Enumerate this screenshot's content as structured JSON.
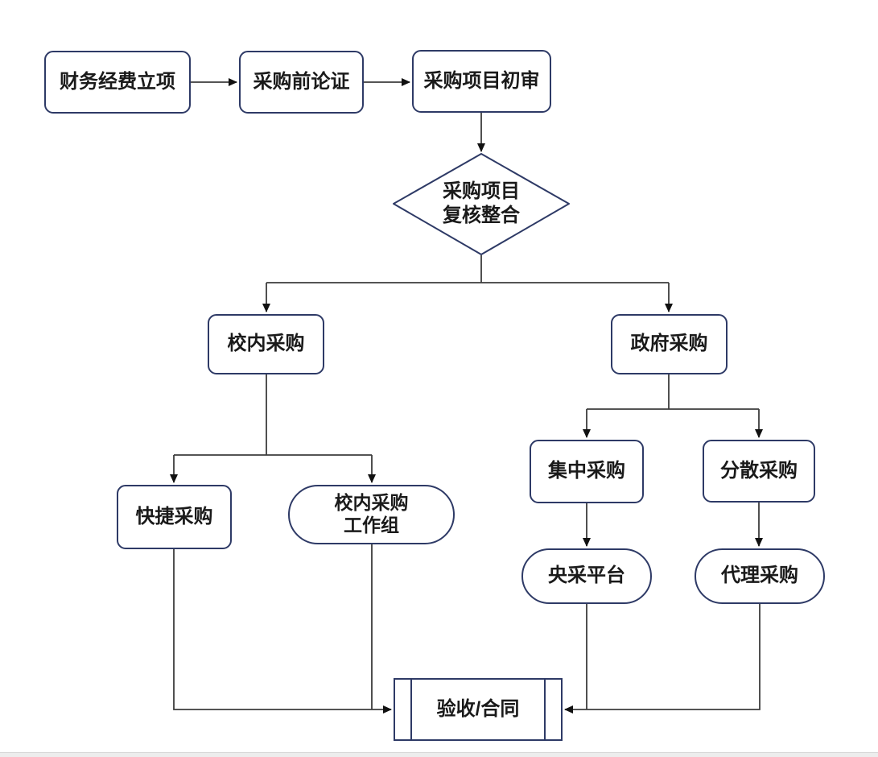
{
  "diagram": {
    "type": "flowchart",
    "colors": {
      "background": "#ffffff",
      "node_border": "#2e3a66",
      "connector": "#3d3d3d",
      "arrowhead": "#111111",
      "text": "#1a1a1a",
      "bottom_bar": "#ededed"
    },
    "nodes": {
      "start": {
        "label": "财务经费立项",
        "shape": "rounded-rect"
      },
      "pre_review": {
        "label": "采购前论证",
        "shape": "rounded-rect"
      },
      "initial_review": {
        "label": "采购项目初审",
        "shape": "rounded-rect"
      },
      "recheck": {
        "label": "采购项目\n复核整合",
        "shape": "diamond"
      },
      "campus": {
        "label": "校内采购",
        "shape": "rounded-rect"
      },
      "government": {
        "label": "政府采购",
        "shape": "rounded-rect"
      },
      "quick": {
        "label": "快捷采购",
        "shape": "rounded-rect"
      },
      "workgroup": {
        "label": "校内采购\n工作组",
        "shape": "stadium"
      },
      "centralized": {
        "label": "集中采购",
        "shape": "rounded-rect"
      },
      "decentralized": {
        "label": "分散采购",
        "shape": "rounded-rect"
      },
      "central_platform": {
        "label": "央采平台",
        "shape": "stadium"
      },
      "agency": {
        "label": "代理采购",
        "shape": "stadium"
      },
      "acceptance": {
        "label": "验收/合同",
        "shape": "predefined-process"
      }
    },
    "edges": [
      {
        "from": "start",
        "to": "pre_review"
      },
      {
        "from": "pre_review",
        "to": "initial_review"
      },
      {
        "from": "initial_review",
        "to": "recheck"
      },
      {
        "from": "recheck",
        "to": "campus"
      },
      {
        "from": "recheck",
        "to": "government"
      },
      {
        "from": "campus",
        "to": "quick"
      },
      {
        "from": "campus",
        "to": "workgroup"
      },
      {
        "from": "government",
        "to": "centralized"
      },
      {
        "from": "government",
        "to": "decentralized"
      },
      {
        "from": "centralized",
        "to": "central_platform"
      },
      {
        "from": "decentralized",
        "to": "agency"
      },
      {
        "from": "quick",
        "to": "acceptance"
      },
      {
        "from": "workgroup",
        "to": "acceptance"
      },
      {
        "from": "central_platform",
        "to": "acceptance"
      },
      {
        "from": "agency",
        "to": "acceptance"
      }
    ]
  }
}
